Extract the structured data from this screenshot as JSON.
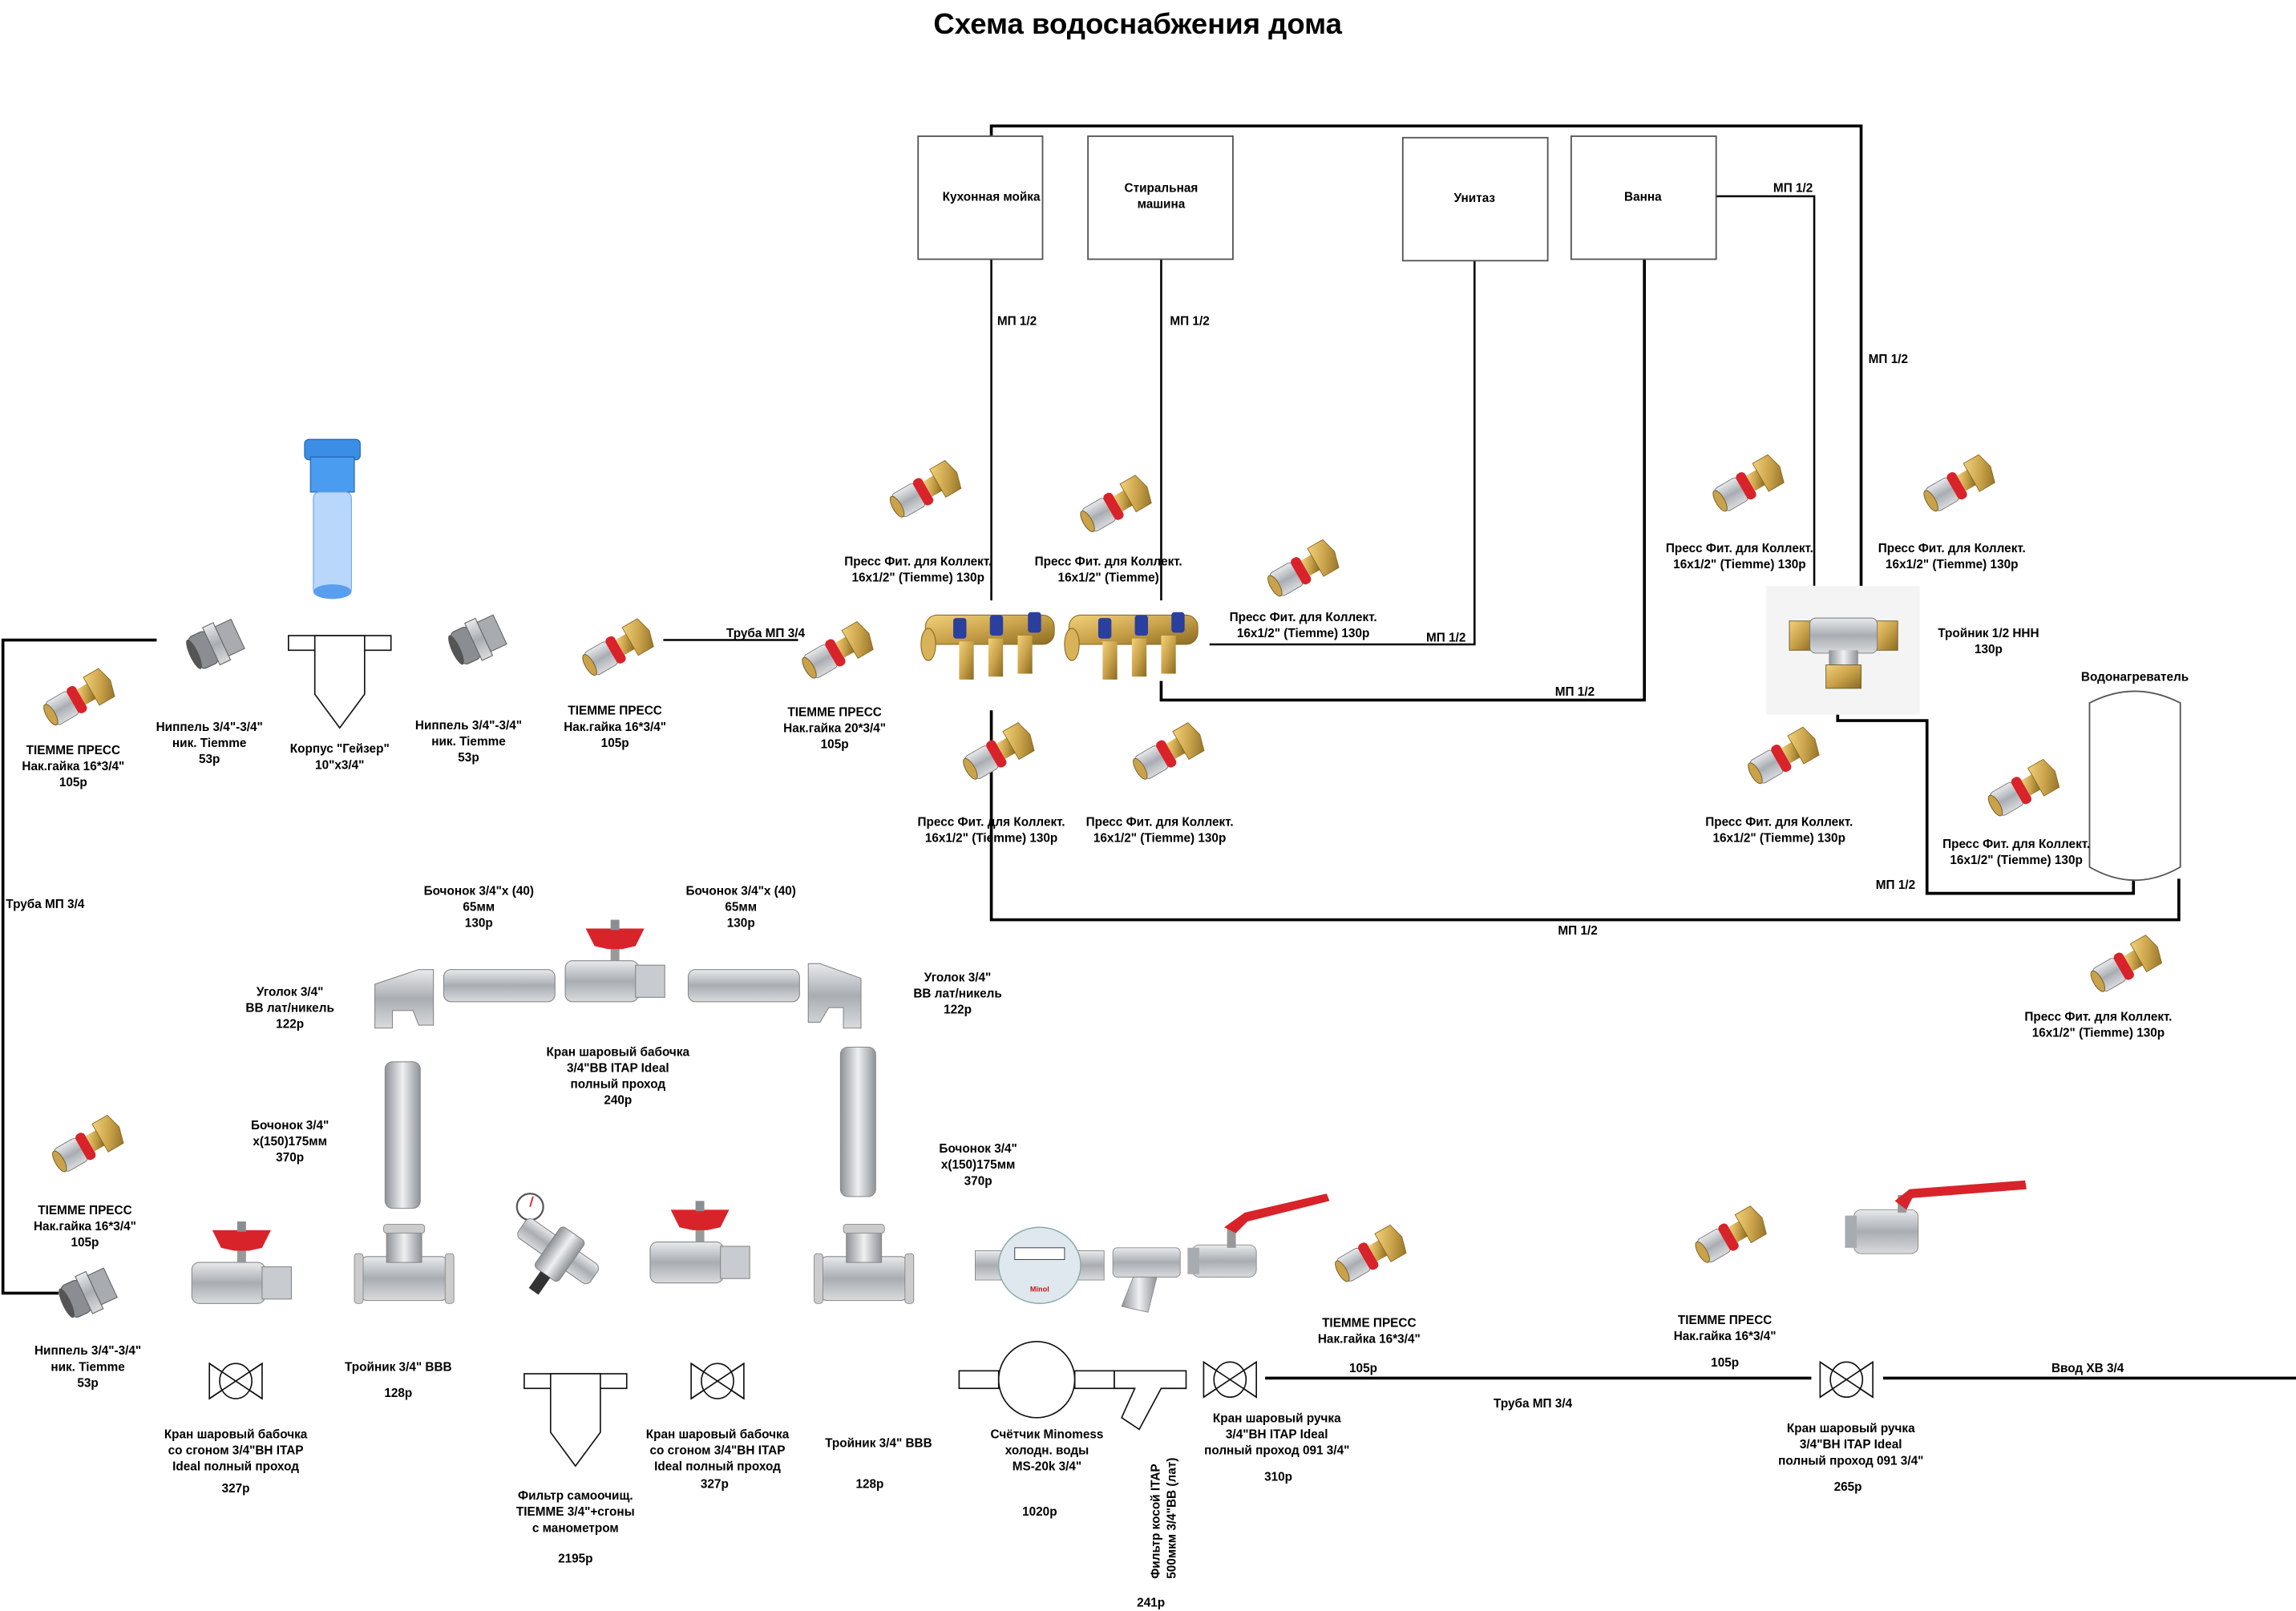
{
  "title": "Схема водоснабжения дома",
  "fixtures": [
    {
      "id": "kitchen-sink",
      "label": [
        "Кухонная мойка"
      ]
    },
    {
      "id": "washing-machine",
      "label": [
        "Стиральная",
        "машина"
      ]
    },
    {
      "id": "toilet",
      "label": [
        "Унитаз"
      ]
    },
    {
      "id": "bathtub",
      "label": [
        "Ванна"
      ]
    },
    {
      "id": "water-heater",
      "label": [
        "Водонагреватель"
      ]
    }
  ],
  "pipe_labels": {
    "mp12_kitchen": "МП 1/2",
    "mp12_washer": "МП 1/2",
    "mp12_bath_right": "МП 1/2",
    "mp12_riser": "МП 1/2",
    "mp12_toilet": "МП 1/2",
    "mp12_bath": "МП 1/2",
    "mp12_heater": "МП 1/2",
    "mp12_return": "МП 1/2",
    "pipe_mp34_top": "Труба МП 3/4",
    "pipe_mp34_left": "Труба МП 3/4",
    "pipe_mp34_bottom": "Труба МП 3/4",
    "inlet": "Ввод ХВ 3/4"
  },
  "components": {
    "press_nut_topleft": [
      "TIEMME ПРЕСС",
      "Нак.гайка 16*3/4\"",
      "105р"
    ],
    "nipple_1": [
      "Ниппель 3/4\"-3/4\"",
      "ник. Tiemme",
      "53р"
    ],
    "filter_housing": [
      "Корпус \"Гейзер\"",
      "10\"x3/4\""
    ],
    "nipple_2": [
      "Ниппель 3/4\"-3/4\"",
      "ник. Tiemme",
      "53р"
    ],
    "press_nut_2": [
      "TIEMME ПРЕСС",
      "Нак.гайка 16*3/4\"",
      "105р"
    ],
    "press_nut_20": [
      "TIEMME ПРЕСС",
      "Нак.гайка 20*3/4\"",
      "105р"
    ],
    "coll_fit_1": [
      "Пресс Фит. для Коллект.",
      "16x1/2\" (Tiemme) 130р"
    ],
    "coll_fit_2": [
      "Пресс Фит. для Коллект.",
      "16x1/2\" (Tiemme)"
    ],
    "coll_fit_3": [
      "Пресс Фит. для Коллект.",
      "16x1/2\" (Tiemme) 130р"
    ],
    "coll_fit_4": [
      "Пресс Фит. для Коллект.",
      "16x1/2\" (Tiemme) 130р"
    ],
    "coll_fit_5": [
      "Пресс Фит. для Коллект.",
      "16x1/2\" (Tiemme) 130р"
    ],
    "coll_fit_6": [
      "Пресс Фит. для Коллект.",
      "16x1/2\" (Tiemme) 130р"
    ],
    "coll_fit_7": [
      "Пресс Фит. для Коллект.",
      "16x1/2\" (Tiemme) 130р"
    ],
    "coll_fit_8": [
      "Пресс Фит. для Коллект.",
      "16x1/2\" (Tiemme) 130р"
    ],
    "coll_fit_9": [
      "Пресс Фит. для Коллект.",
      "16x1/2\" (Tiemme) 130р"
    ],
    "coll_fit_10": [
      "Пресс Фит. для Коллект.",
      "16x1/2\" (Tiemme) 130р"
    ],
    "tee_half": [
      "Тройник 1/2 ННН",
      "130р"
    ],
    "barrel_65_left": [
      "Бочонок 3/4\"x (40)",
      "65мм",
      "130р"
    ],
    "barrel_65_right": [
      "Бочонок 3/4\"x (40)",
      "65мм",
      "130р"
    ],
    "elbow_left": [
      "Уголок 3/4\"",
      "ВВ лат/никель",
      "122р"
    ],
    "elbow_right": [
      "Уголок 3/4\"",
      "ВВ лат/никель",
      "122р"
    ],
    "butterfly_valve_bypass": [
      "Кран шаровый бабочка",
      "3/4\"ВВ ITAP Ideal",
      "полный проход",
      "240р"
    ],
    "barrel_175_left": [
      "Бочонок 3/4\"",
      "x(150)175мм",
      "370р"
    ],
    "barrel_175_right": [
      "Бочонок 3/4\"",
      "x(150)175мм",
      "370р"
    ],
    "press_nut_left_low": [
      "TIEMME ПРЕСС",
      "Нак.гайка 16*3/4\"",
      "105р"
    ],
    "nipple_3": [
      "Ниппель 3/4\"-3/4\"",
      "ник. Tiemme",
      "53р"
    ],
    "butterfly_union_1": [
      "Кран шаровый бабочка",
      "со сгоном 3/4\"ВН ITAP",
      "Ideal полный проход",
      "327р"
    ],
    "tee_34_left": [
      "Тройник 3/4\" ВВВ",
      "128р"
    ],
    "self_clean_filter": [
      "Фильтр самоочищ.",
      "TIEMME 3/4\"+сгоны",
      "с манометром",
      "2195р"
    ],
    "butterfly_union_2": [
      "Кран шаровый бабочка",
      "со сгоном 3/4\"ВН ITAP",
      "Ideal полный проход",
      "327р"
    ],
    "tee_34_right": [
      "Тройник 3/4\" ВВВ",
      "128р"
    ],
    "water_meter": [
      "Счётчик Minomess",
      "холодн. воды",
      "MS-20k 3/4\"",
      "1020р"
    ],
    "y_filter": [
      "Фильтр косой ITAP",
      "500мкм 3/4\"ВВ (лат)",
      "241р"
    ],
    "ball_valve_1": [
      "Кран шаровый ручка",
      "3/4\"ВН ITAP Ideal",
      "полный проход 091 3/4\"",
      "310р"
    ],
    "press_nut_bottom_1": [
      "TIEMME ПРЕСС",
      "Нак.гайка 16*3/4\"",
      "105р"
    ],
    "press_nut_bottom_2": [
      "TIEMME ПРЕСС",
      "Нак.гайка 16*3/4\"",
      "105р"
    ],
    "ball_valve_2": [
      "Кран шаровый ручка",
      "3/4\"ВН ITAP Ideal",
      "полный проход 091 3/4\"",
      "265р"
    ]
  },
  "colors": {
    "brass": "#c9a24a",
    "red_ring": "#d8232a",
    "chrome": "#b9bcc0",
    "blue_handle": "#2a3f9e",
    "filter_blue": "#3a8ee6"
  }
}
